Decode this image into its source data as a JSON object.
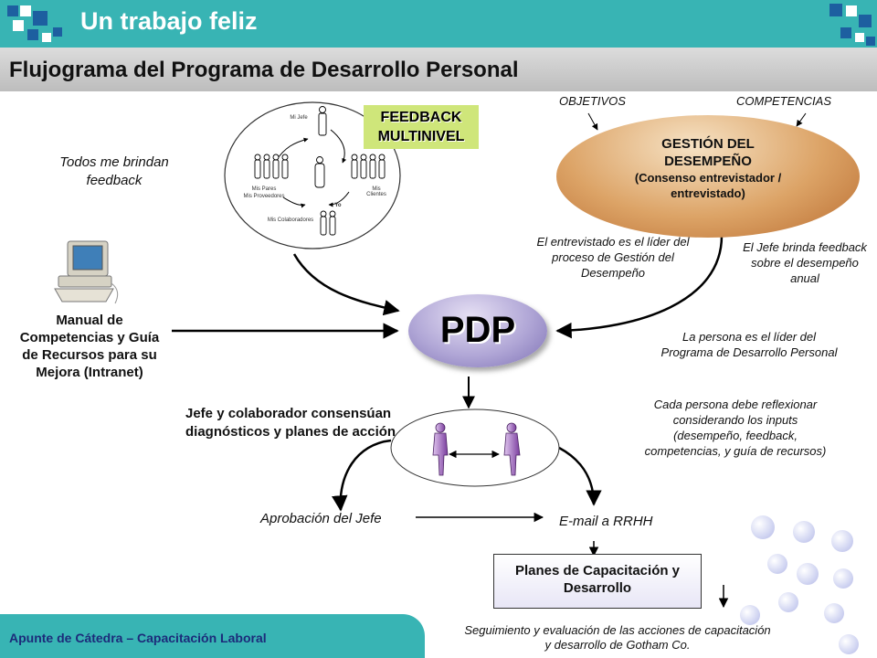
{
  "header": {
    "top_title": "Un trabajo feliz",
    "main_title": "Flujograma del Programa de Desarrollo Personal"
  },
  "circle_diagram": {
    "jefe": "Mi Jefe",
    "pares": "Mis Pares",
    "proveedores": "Mis Proveedores",
    "yo": "Yo",
    "clientes": "Mis Clientes",
    "colaboradores": "Mis Colaboradores",
    "caption": "Todos me brindan feedback"
  },
  "feedback_box": "FEEDBACK MULTINIVEL",
  "gestion": {
    "objetivos": "OBJETIVOS",
    "competencias": "COMPETENCIAS",
    "title": "GESTIÓN DEL DESEMPEÑO",
    "subtitle": "(Consenso entrevistador / entrevistado)",
    "note_left": "El entrevistado es el líder del proceso de Gestión del Desempeño",
    "note_right": "El Jefe brinda feedback sobre el desempeño anual"
  },
  "manual": "Manual de Competencias y Guía de Recursos para su Mejora (Intranet)",
  "pdp": "PDP",
  "persona_note": "La persona es el líder del Programa de Desarrollo Personal",
  "reflexion_note": "Cada persona debe reflexionar considerando los inputs (desempeño, feedback, competencias, y guía de recursos)",
  "consenso": "Jefe y colaborador consensúan diagnósticos y planes de acción",
  "aprobacion": "Aprobación del Jefe",
  "email": "E-mail a RRHH",
  "planes": "Planes de Capacitación y Desarrollo",
  "seguimiento": "Seguimiento y evaluación de las acciones de capacitación y desarrollo de Gotham Co.",
  "footer": "Apunte de Cátedra – Capacitación Laboral",
  "colors": {
    "teal": "#38b4b4",
    "navy_squares": "#1d5fa0",
    "gestion_fill": "#dca366",
    "pdp_fill": "#b0a6d6",
    "feedback_fill": "#cfe67a",
    "figure_purple": "#7a3d9e"
  }
}
